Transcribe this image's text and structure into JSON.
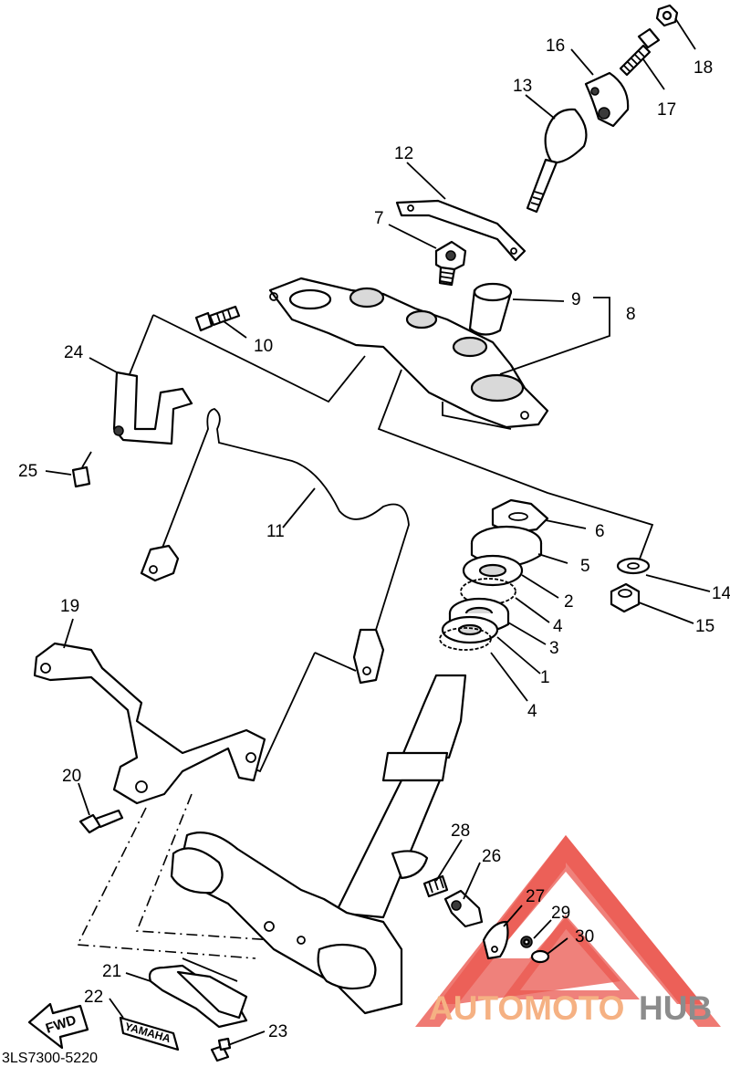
{
  "drawing_code": "3LS7300-5220",
  "callouts": [
    {
      "id": "c1",
      "label": "1"
    },
    {
      "id": "c2",
      "label": "2"
    },
    {
      "id": "c3",
      "label": "3"
    },
    {
      "id": "c4a",
      "label": "4"
    },
    {
      "id": "c4b",
      "label": "4"
    },
    {
      "id": "c5",
      "label": "5"
    },
    {
      "id": "c6",
      "label": "6"
    },
    {
      "id": "c7",
      "label": "7"
    },
    {
      "id": "c8",
      "label": "8"
    },
    {
      "id": "c9",
      "label": "9"
    },
    {
      "id": "c10",
      "label": "10"
    },
    {
      "id": "c11",
      "label": "11"
    },
    {
      "id": "c12",
      "label": "12"
    },
    {
      "id": "c13",
      "label": "13"
    },
    {
      "id": "c14",
      "label": "14"
    },
    {
      "id": "c15",
      "label": "15"
    },
    {
      "id": "c16",
      "label": "16"
    },
    {
      "id": "c17",
      "label": "17"
    },
    {
      "id": "c18",
      "label": "18"
    },
    {
      "id": "c19",
      "label": "19"
    },
    {
      "id": "c20",
      "label": "20"
    },
    {
      "id": "c21",
      "label": "21"
    },
    {
      "id": "c22",
      "label": "22"
    },
    {
      "id": "c23",
      "label": "23"
    },
    {
      "id": "c24",
      "label": "24"
    },
    {
      "id": "c25",
      "label": "25"
    },
    {
      "id": "c26",
      "label": "26"
    },
    {
      "id": "c27",
      "label": "27"
    },
    {
      "id": "c28",
      "label": "28"
    },
    {
      "id": "c29",
      "label": "29"
    },
    {
      "id": "c30",
      "label": "30"
    }
  ],
  "fwd_arrow_label": "FWD",
  "decal_text": "YAMAHA",
  "watermark": {
    "part1": "AUTOMOTO",
    "part2": "HUB",
    "color_part1": "#f5b183",
    "color_part2": "#8c8c8c",
    "triangle_color": "#e8463c"
  }
}
